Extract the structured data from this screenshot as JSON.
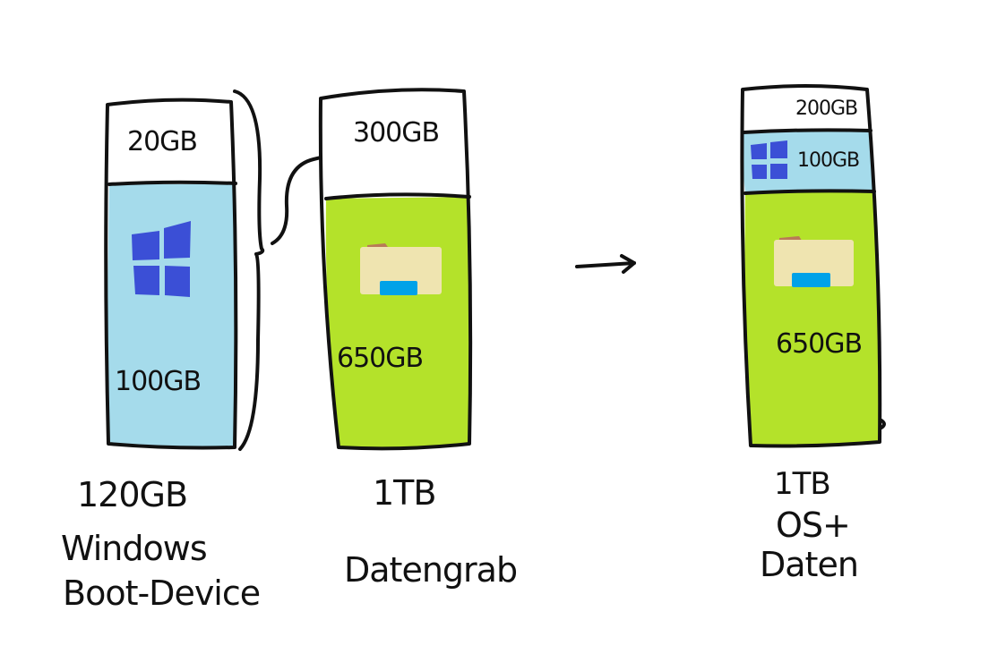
{
  "colors": {
    "background": "#ffffff",
    "free_space": "#ffffff",
    "os_partition": "#a5dbeb",
    "data_partition": "#b4e22a",
    "windows_logo": "#3b4fd6",
    "folder_body": "#efe4b0",
    "folder_tab": "#b97a57",
    "folder_accent": "#00a2e8",
    "ink": "#111111"
  },
  "drive_boot": {
    "free_label": "20GB",
    "os_label": "100GB",
    "icon": "windows-logo-icon",
    "size_label": "120GB",
    "caption_line1": "Windows",
    "caption_line2": "Boot-Device"
  },
  "drive_data": {
    "free_label": "300GB",
    "data_label": "650GB",
    "icon": "folder-icon",
    "size_label": "1TB",
    "caption": "Datengrab"
  },
  "drive_merged": {
    "free_label": "200GB",
    "os_label": "100GB",
    "data_label": "650GB",
    "icons": [
      "windows-logo-icon",
      "folder-icon"
    ],
    "size_label": "1TB",
    "caption_line1": "OS+",
    "caption_line2": "Daten"
  }
}
